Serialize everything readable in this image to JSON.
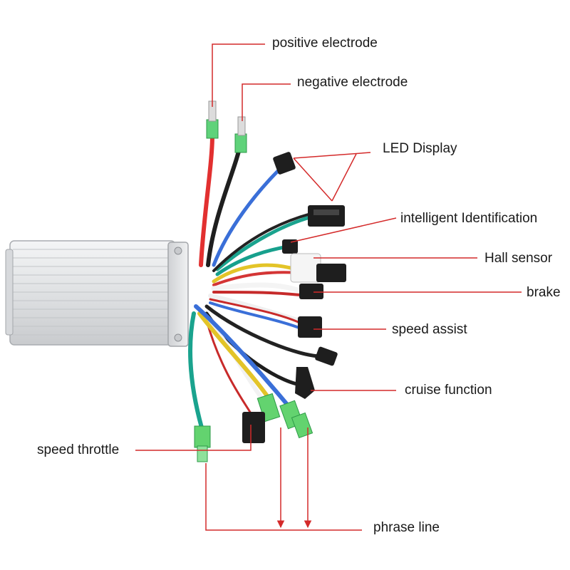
{
  "labels": {
    "positive_electrode": "positive electrode",
    "negative_electrode": "negative electrode",
    "led_display": "LED Display",
    "intelligent_identification": "intelligent Identification",
    "hall_sensor": "Hall sensor",
    "brake": "brake",
    "speed_assist": "speed assist",
    "cruise_function": "cruise function",
    "speed_throttle": "speed throttle",
    "phrase_line": "phrase line"
  },
  "colors": {
    "leader_line": "#d42a2a",
    "controller_body": "#e4e6e8",
    "connector_black": "#1e1e1e",
    "terminal_green": "#63d36f"
  }
}
